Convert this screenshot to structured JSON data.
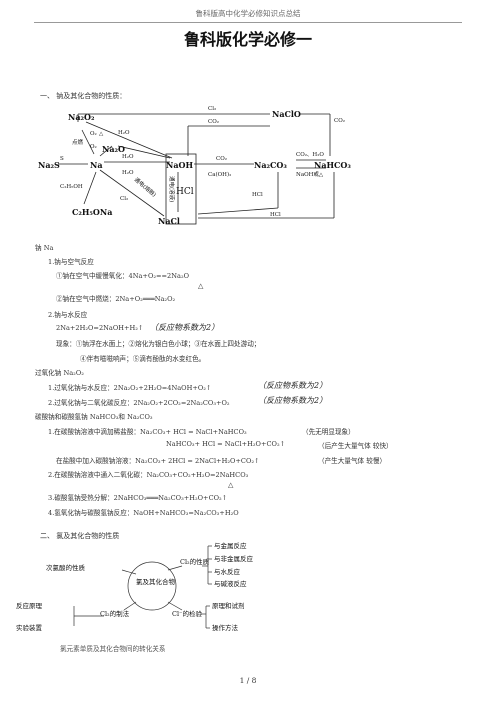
{
  "header": {
    "doc_title": "鲁科版高中化学必修知识点总结",
    "main_title": "鲁科版化学必修一"
  },
  "section1": {
    "heading": "一、  钠及其化合物的性质：",
    "diagram": {
      "nodes": {
        "na2o2": "Na₂O₂",
        "na2o": "Na₂O",
        "na2s": "Na₂S",
        "na": "Na",
        "naoh": "NaOH",
        "naclo": "NaClO",
        "na2co3": "Na₂CO₃",
        "nahco3": "NaHCO₃",
        "nacl": "NaCl",
        "c2h5ona": "C₂H₅ONa",
        "hcl_box": "HCl"
      },
      "labels": {
        "cl2_top": "Cl₂",
        "co2_top": "CO₂",
        "co2_right": "CO₂",
        "o2_1": "O₂",
        "delta": "△",
        "h2o_1": "H₂O",
        "ignite": "点燃",
        "o2_2": "O₂",
        "h2o_2": "H₂O",
        "s": "S",
        "h2o_3": "H₂O",
        "c2h5oh": "C₂H₅OH",
        "cl2_low": "Cl₂",
        "elec_molten": "通电(熔融)",
        "elec_sol": "通电(溶液)",
        "co2_mid": "CO₂",
        "caoh2": "Ca(OH)₂",
        "co2_h2o": "CO₂、H₂O",
        "naoh_heat": "NaOH或△",
        "hcl_1": "HCl",
        "hcl_2": "HCl"
      }
    },
    "na_heading": "钠 Na",
    "item1": "1.钠与空气反应",
    "item1a": "①钠在空气中缓慢氧化：4Na+O₂==2Na₂O",
    "item1b_delta": "△",
    "item1b": "②钠在空气中燃烧：2Na+O₂═══Na₂O₂",
    "item2": "2.钠与水反应",
    "item2_eq": "2Na+2H₂O=2NaOH+H₂↑",
    "item2_note": "（反应物系数为2）",
    "phenomena1": "现象：①钠浮在水面上；②熔化为银白色小球；③在水面上四处游动；",
    "phenomena2": "④伴有嗞嗞响声；⑤滴有酚酞的水变红色。",
    "peroxide_heading": "过氧化钠 Na₂O₂",
    "p1": "1.过氧化钠与水反应：2Na₂O₂+2H₂O=4NaOH+O₂↑",
    "p1_note": "（反应物系数为2）",
    "p2": "2.过氧化钠与二氧化碳反应：2Na₂O₂+2CO₂=2Na₂CO₃+O₂",
    "p2_note": "（反应物系数为2）",
    "carbonate_heading": "碳酸钠和碳酸氢钠 NaHCO₃和 Na₂CO₃",
    "c1": "1.在碳酸钠溶液中滴加稀盐酸：Na₂CO₃+ HCl = NaCl+NaHCO₃",
    "c1_note": "（先无明显现象）",
    "c1_line2": "NaHCO₃+ HCl = NaCl+H₂O+CO₂↑",
    "c1_line2_note": "（后产生大量气体 较快）",
    "c1_line3": "在盐酸中加入碳酸钠溶液：Na₂CO₃+ 2HCl = 2NaCl+H₂O+CO₂↑",
    "c1_line3_note": "（产生大量气体 较慢）",
    "c2": "2.在碳酸钠溶液中通入二氧化碳：Na₂CO₃+CO₂+H₂O=2NaHCO₃",
    "c3_delta": "△",
    "c3": "3.碳酸氢钠受热分解：2NaHCO₃═══Na₂CO₃+H₂O+CO₂↑",
    "c4": "4.氢氧化钠与碳酸氢钠反应：NaOH+NaHCO₃=Na₂CO₃+H₂O"
  },
  "section2": {
    "heading": "二、  氯及其化合物的性质",
    "mind": {
      "center": "氯及其化合物",
      "hclo": "次氯酸的性质",
      "cl2_prop": "Cl₂的性质",
      "r1": "与金属反应",
      "r2": "与非金属反应",
      "r3": "与水反应",
      "r4": "与碱液反应",
      "cl2_prep": "Cl₂的制法",
      "principle": "反应原理",
      "apparatus": "实验装置",
      "cl_test": "Cl⁻的检验",
      "reagent": "原理和试剂",
      "method": "操作方法"
    },
    "caption": "氯元素单质及其化合物间的转化关系"
  },
  "footer": {
    "page": "1 / 8"
  }
}
